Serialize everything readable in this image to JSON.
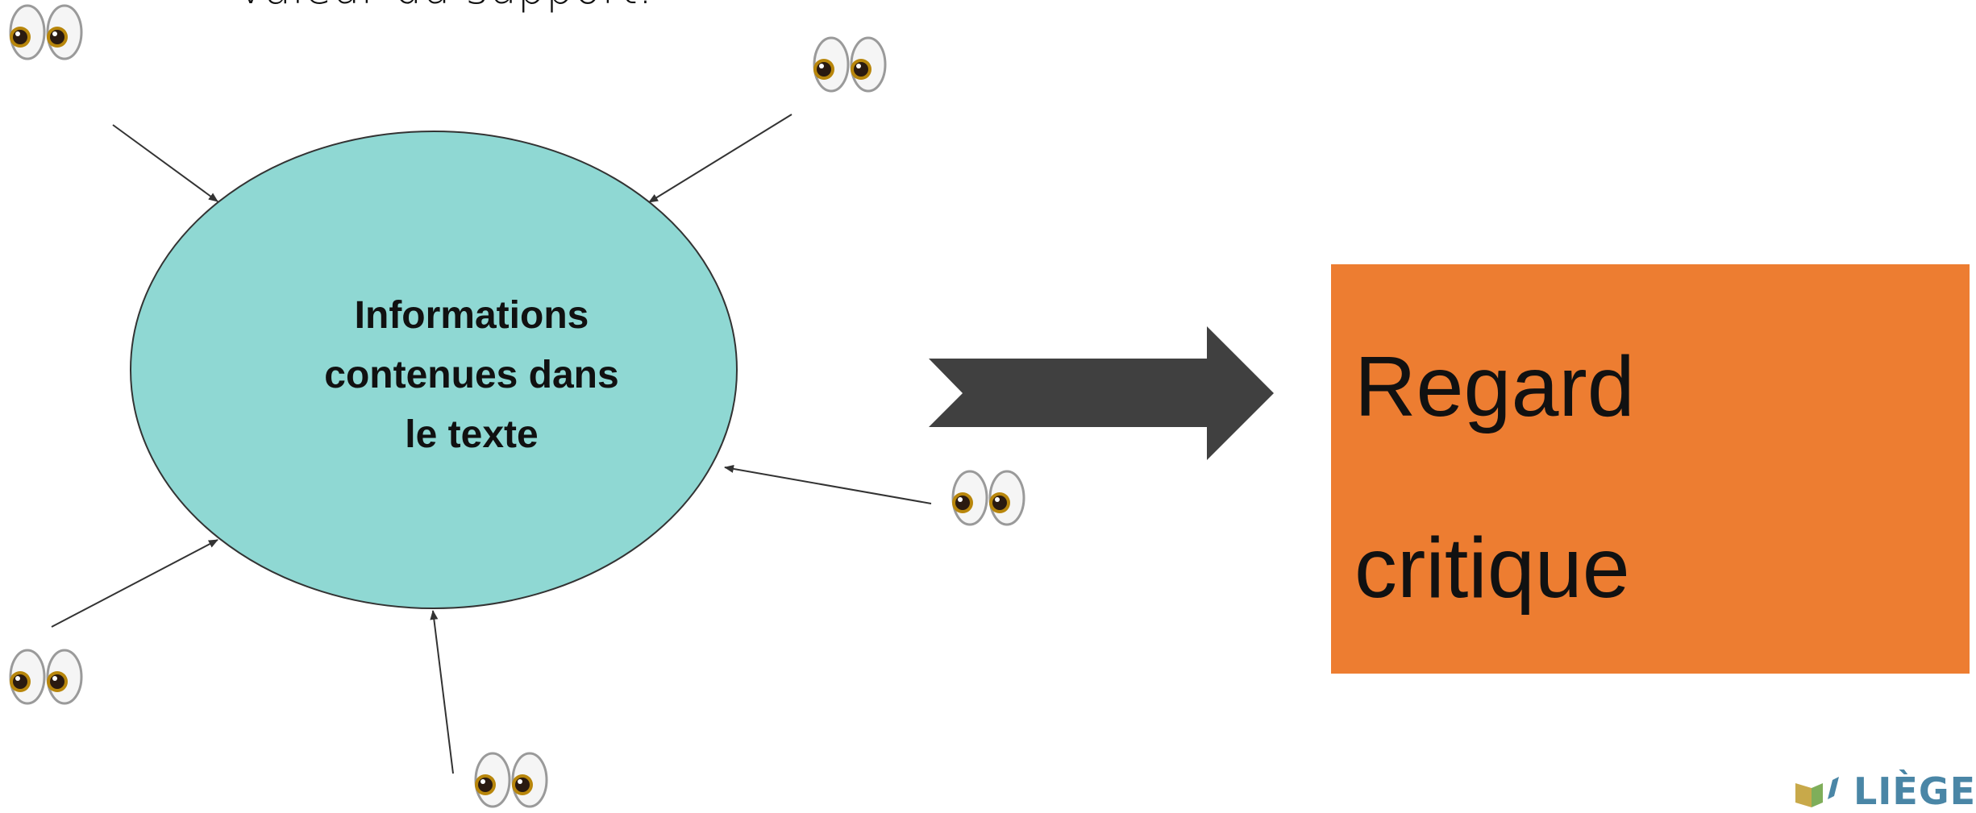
{
  "slide": {
    "top_text": "valeur  du support.",
    "ellipse_label_lines": [
      "Informations",
      "contenues dans",
      "le texte"
    ],
    "box_lines": [
      "Regard",
      "critique"
    ],
    "logo_text": "LIÈGE"
  },
  "icons": {
    "eyes": "eyes-emoji-icon",
    "arrow": "chevron-arrow-icon",
    "logo": "logo-mark-icon"
  },
  "colors": {
    "ellipse_fill": "#8fd8d3",
    "box_fill": "#ed7d31",
    "arrow_fill": "#404040",
    "line": "#333333"
  }
}
